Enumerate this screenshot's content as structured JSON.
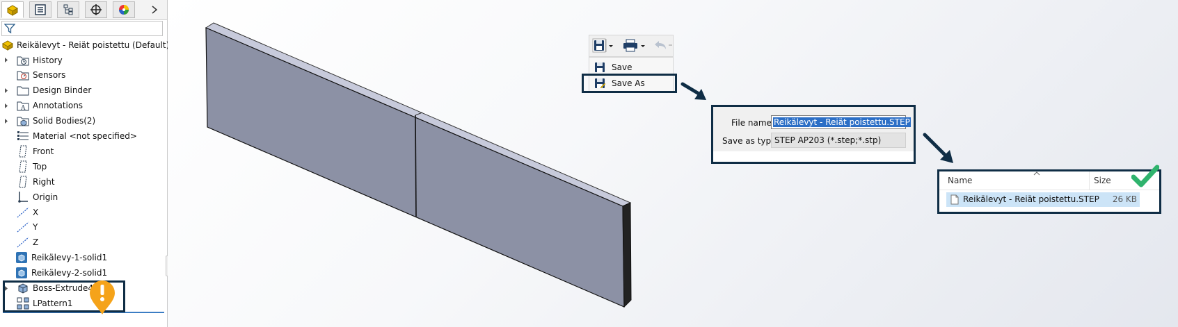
{
  "feature_tree": {
    "root_label": "Reikälevyt - Reiät poistettu (Default) <<D",
    "items": [
      {
        "label": "History",
        "icon": "history-folder-icon",
        "expandable": true
      },
      {
        "label": "Sensors",
        "icon": "sensors-folder-icon",
        "expandable": false
      },
      {
        "label": "Design Binder",
        "icon": "design-binder-folder-icon",
        "expandable": true
      },
      {
        "label": "Annotations",
        "icon": "annotations-folder-icon",
        "expandable": true
      },
      {
        "label": "Solid Bodies(2)",
        "icon": "solid-bodies-folder-icon",
        "expandable": true
      },
      {
        "label": "Material <not specified>",
        "icon": "material-icon",
        "expandable": false
      },
      {
        "label": "Front",
        "icon": "plane-icon",
        "expandable": false
      },
      {
        "label": "Top",
        "icon": "plane-icon",
        "expandable": false
      },
      {
        "label": "Right",
        "icon": "plane-icon",
        "expandable": false
      },
      {
        "label": "Origin",
        "icon": "origin-icon",
        "expandable": false
      },
      {
        "label": "X",
        "icon": "axis-icon",
        "expandable": false
      },
      {
        "label": "Y",
        "icon": "axis-icon",
        "expandable": false
      },
      {
        "label": "Z",
        "icon": "axis-icon",
        "expandable": false
      },
      {
        "label": "Reikälevy-1-solid1",
        "icon": "imported-solid-icon",
        "expandable": false
      },
      {
        "label": "Reikälevy-2-solid1",
        "icon": "imported-solid-icon",
        "expandable": false
      },
      {
        "label": "Boss-Extrude4",
        "icon": "boss-extrude-icon",
        "expandable": true
      },
      {
        "label": "LPattern1",
        "icon": "linear-pattern-icon",
        "expandable": false
      }
    ],
    "tabs": [
      "feature-manager-tab",
      "property-manager-tab",
      "configuration-manager-tab",
      "dimxpert-tab",
      "display-manager-tab"
    ]
  },
  "menu": {
    "save_label": "Save",
    "save_as_label": "Save As"
  },
  "save_dialog": {
    "file_name_label": "File name:",
    "file_name_value": "Reikälevyt - Reiät poistettu.STEP",
    "save_as_type_label": "Save as type:",
    "save_as_type_value": "STEP AP203 (*.step;*.stp)"
  },
  "file_list": {
    "col_name": "Name",
    "col_size": "Size",
    "file_name": "Reikälevyt - Reiät poistettu.STEP",
    "file_size": "26 KB"
  },
  "colors": {
    "callout_border": "#0f2d45",
    "warning": "#f5a31a",
    "success": "#2fb36d",
    "plate_face": "#8a90a6",
    "plate_top": "#c9cde0"
  }
}
